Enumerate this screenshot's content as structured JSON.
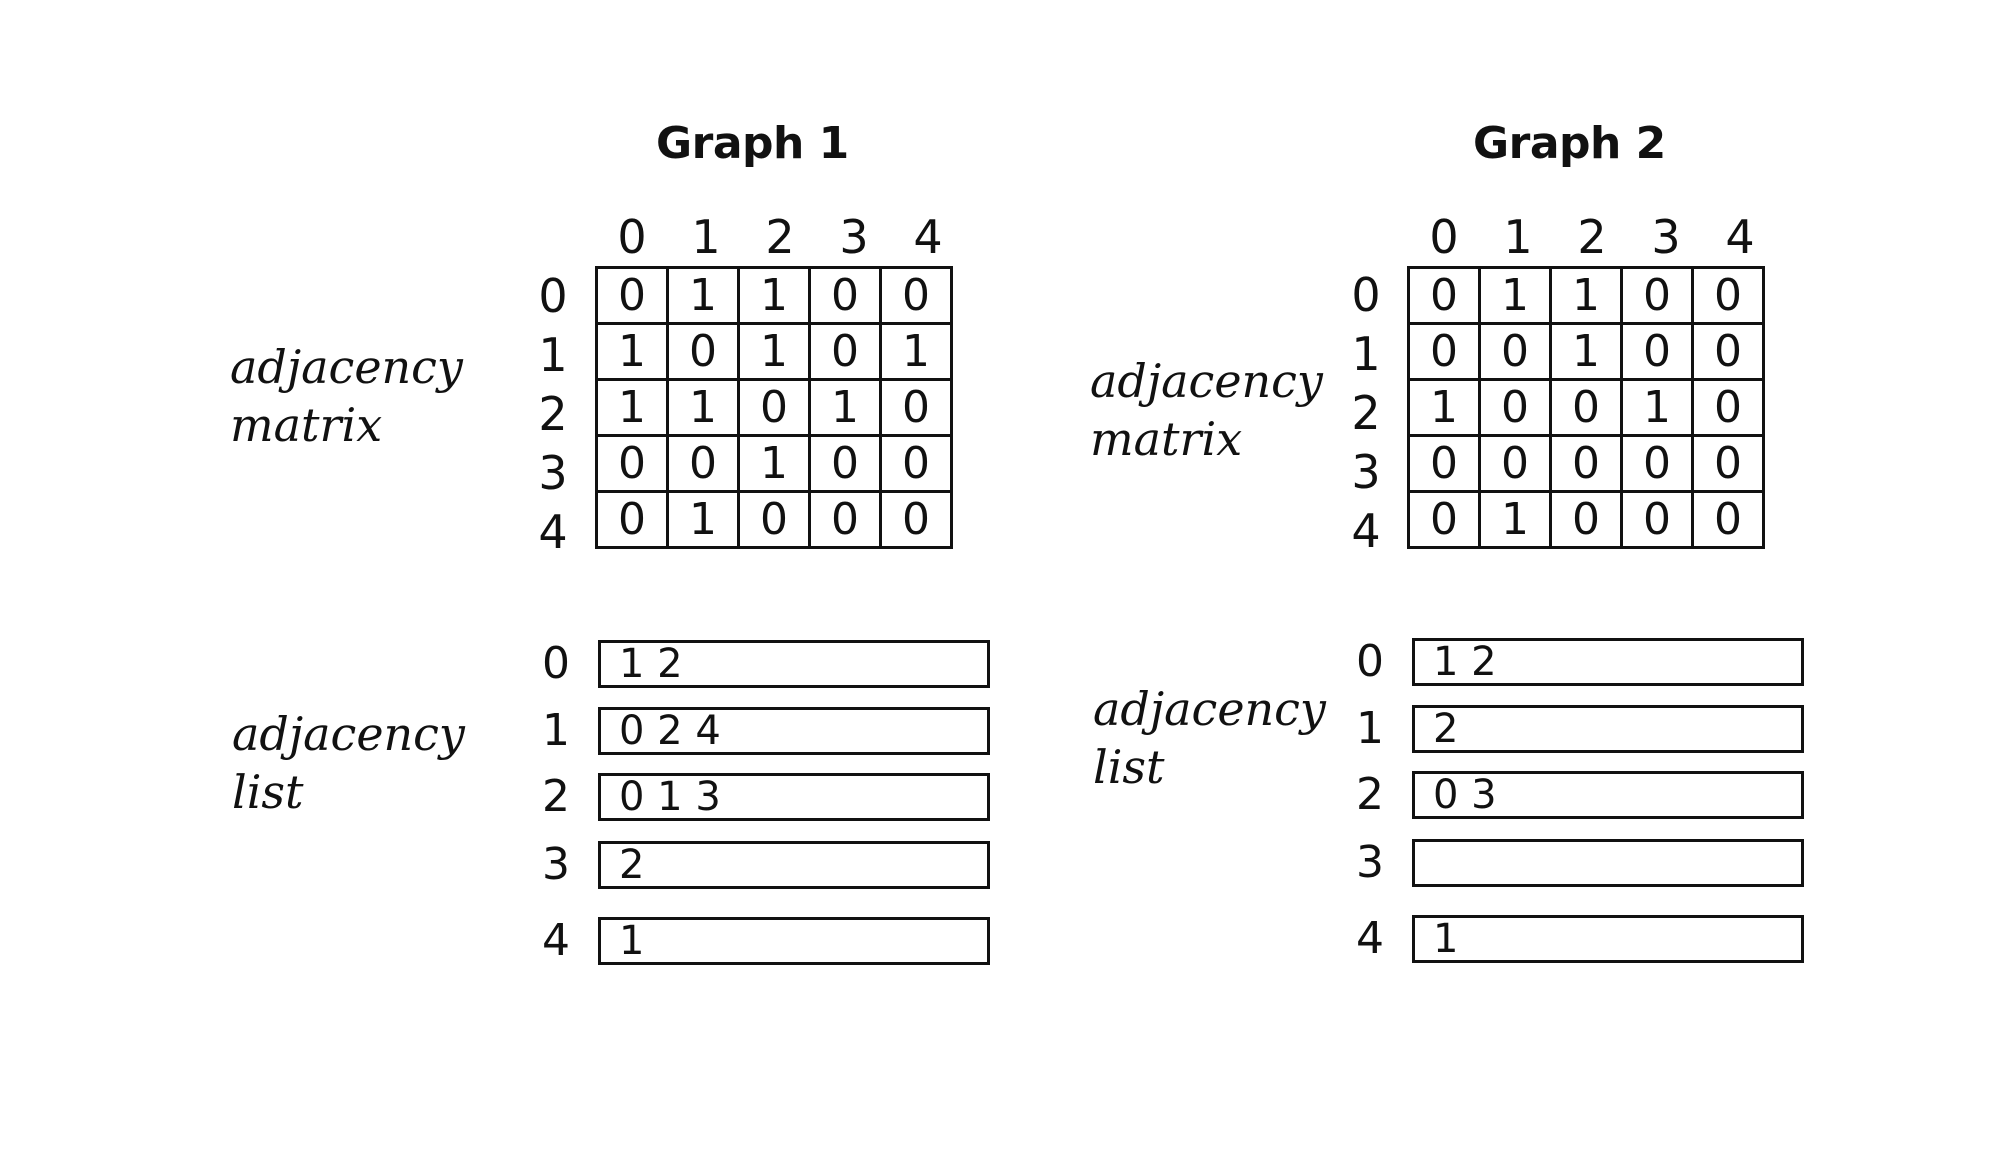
{
  "graphs": [
    {
      "title": "Graph 1",
      "matrix_label": [
        "adjacency",
        "matrix"
      ],
      "list_label": [
        "adjacency",
        "list"
      ],
      "col_headers": [
        "0",
        "1",
        "2",
        "3",
        "4"
      ],
      "row_headers": [
        "0",
        "1",
        "2",
        "3",
        "4"
      ],
      "matrix": [
        [
          "0",
          "1",
          "1",
          "0",
          "0"
        ],
        [
          "1",
          "0",
          "1",
          "0",
          "1"
        ],
        [
          "1",
          "1",
          "0",
          "1",
          "0"
        ],
        [
          "0",
          "0",
          "1",
          "0",
          "0"
        ],
        [
          "0",
          "1",
          "0",
          "0",
          "0"
        ]
      ],
      "list": [
        {
          "index": "0",
          "entries": "1 2"
        },
        {
          "index": "1",
          "entries": "0 2 4"
        },
        {
          "index": "2",
          "entries": "0 1 3"
        },
        {
          "index": "3",
          "entries": "2"
        },
        {
          "index": "4",
          "entries": "1"
        }
      ]
    },
    {
      "title": "Graph 2",
      "matrix_label": [
        "adjacency",
        "matrix"
      ],
      "list_label": [
        "adjacency",
        "list"
      ],
      "col_headers": [
        "0",
        "1",
        "2",
        "3",
        "4"
      ],
      "row_headers": [
        "0",
        "1",
        "2",
        "3",
        "4"
      ],
      "matrix": [
        [
          "0",
          "1",
          "1",
          "0",
          "0"
        ],
        [
          "0",
          "0",
          "1",
          "0",
          "0"
        ],
        [
          "1",
          "0",
          "0",
          "1",
          "0"
        ],
        [
          "0",
          "0",
          "0",
          "0",
          "0"
        ],
        [
          "0",
          "1",
          "0",
          "0",
          "0"
        ]
      ],
      "list": [
        {
          "index": "0",
          "entries": "1 2"
        },
        {
          "index": "1",
          "entries": "2"
        },
        {
          "index": "2",
          "entries": "0 3"
        },
        {
          "index": "3",
          "entries": ""
        },
        {
          "index": "4",
          "entries": "1"
        }
      ]
    }
  ]
}
